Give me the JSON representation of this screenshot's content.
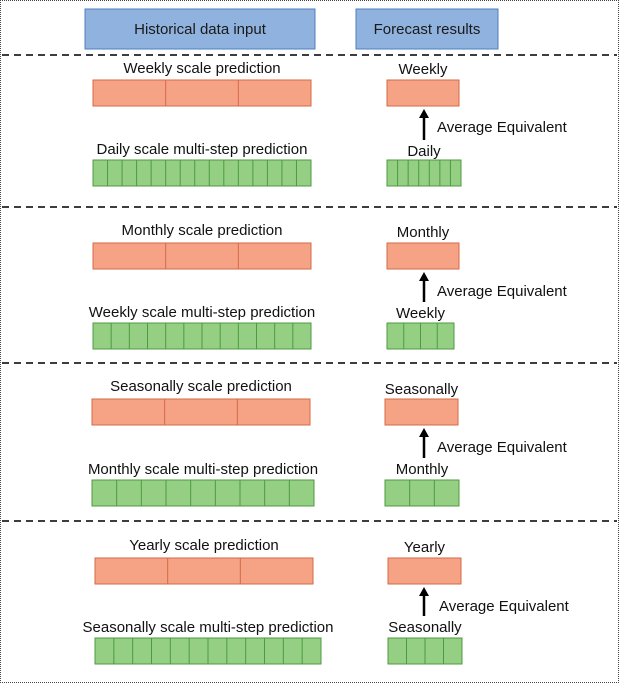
{
  "header": {
    "input_label": "Historical data input",
    "output_label": "Forecast results"
  },
  "colors": {
    "header_fill": "#8fb2de",
    "header_stroke": "#4f7fbf",
    "coarse_fill": "#f6a285",
    "coarse_stroke": "#d46a47",
    "fine_fill": "#94cf84",
    "fine_stroke": "#4e9a40"
  },
  "sections": [
    {
      "coarse_label": "Weekly scale prediction",
      "coarse_segments": 3,
      "fine_label": "Daily scale multi-step prediction",
      "fine_segments": 15,
      "result_coarse_label": "Weekly",
      "result_fine_label": "Daily",
      "result_fine_segments": 7,
      "arrow_label": "Average Equivalent"
    },
    {
      "coarse_label": "Monthly scale prediction",
      "coarse_segments": 3,
      "fine_label": "Weekly scale multi-step prediction",
      "fine_segments": 12,
      "result_coarse_label": "Monthly",
      "result_fine_label": "Weekly",
      "result_fine_segments": 4,
      "arrow_label": "Average Equivalent"
    },
    {
      "coarse_label": "Seasonally scale prediction",
      "coarse_segments": 3,
      "fine_label": "Monthly scale multi-step prediction",
      "fine_segments": 9,
      "result_coarse_label": "Seasonally",
      "result_fine_label": "Monthly",
      "result_fine_segments": 3,
      "arrow_label": "Average Equivalent"
    },
    {
      "coarse_label": "Yearly scale prediction",
      "coarse_segments": 3,
      "fine_label": "Seasonally scale multi-step prediction",
      "fine_segments": 12,
      "result_coarse_label": "Yearly",
      "result_fine_label": "Seasonally",
      "result_fine_segments": 4,
      "arrow_label": "Average Equivalent"
    }
  ]
}
